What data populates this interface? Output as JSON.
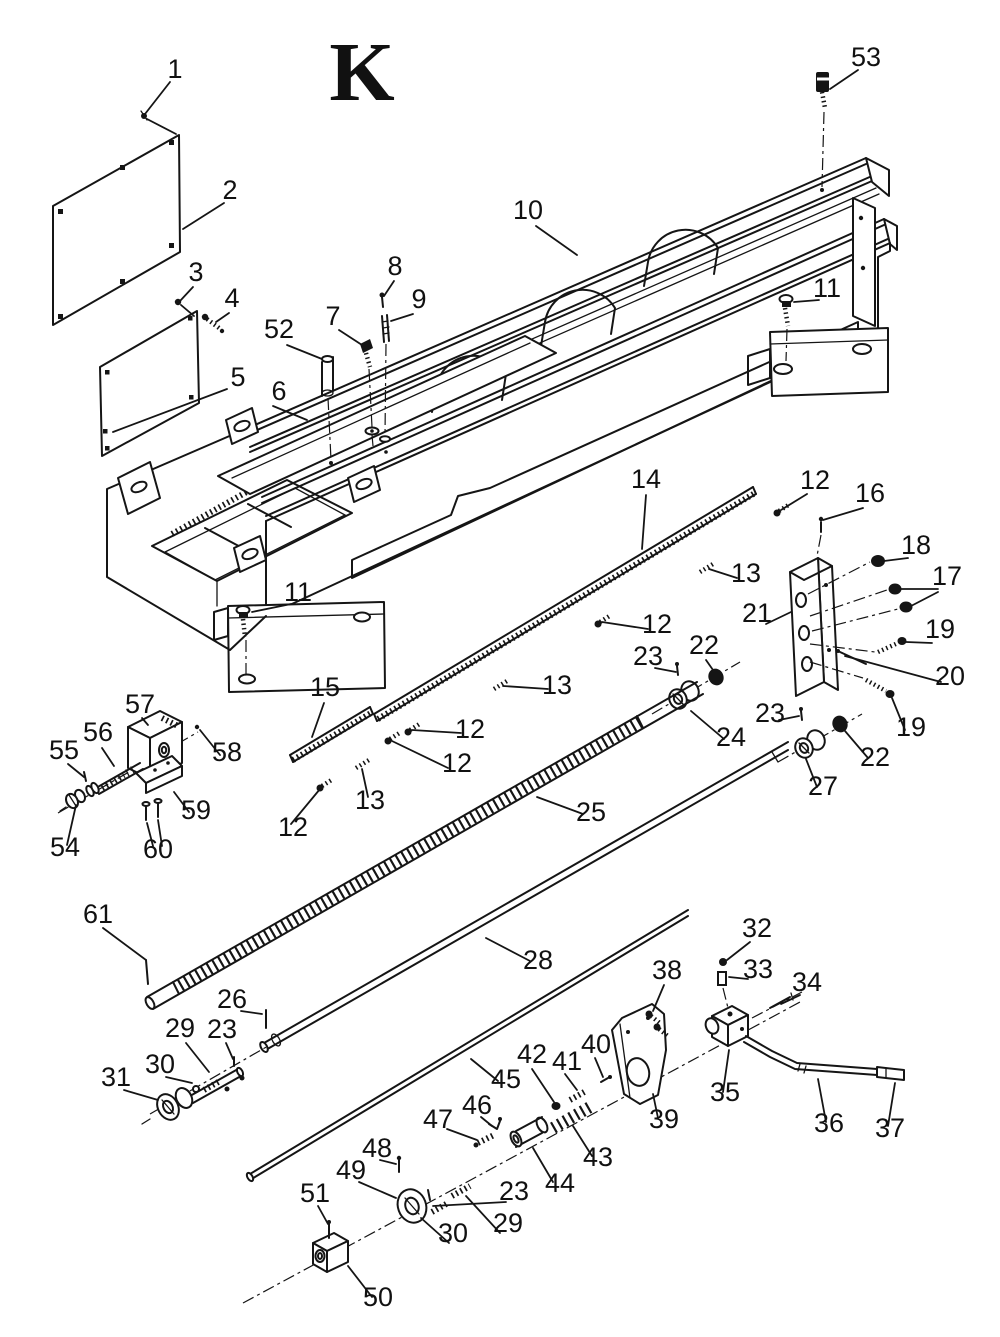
{
  "figure": {
    "title": "K"
  },
  "colors": {
    "line": "#151515",
    "background": "#ffffff"
  },
  "labels": [
    {
      "text": "1"
    },
    {
      "text": "2"
    },
    {
      "text": "3"
    },
    {
      "text": "4"
    },
    {
      "text": "5"
    },
    {
      "text": "6"
    },
    {
      "text": "52"
    },
    {
      "text": "7"
    },
    {
      "text": "8"
    },
    {
      "text": "9"
    },
    {
      "text": "10"
    },
    {
      "text": "53"
    },
    {
      "text": "11"
    },
    {
      "text": "11"
    },
    {
      "text": "14"
    },
    {
      "text": "12"
    },
    {
      "text": "16"
    },
    {
      "text": "18"
    },
    {
      "text": "17"
    },
    {
      "text": "21"
    },
    {
      "text": "19"
    },
    {
      "text": "20"
    },
    {
      "text": "19"
    },
    {
      "text": "13"
    },
    {
      "text": "12"
    },
    {
      "text": "23"
    },
    {
      "text": "22"
    },
    {
      "text": "24"
    },
    {
      "text": "23"
    },
    {
      "text": "22"
    },
    {
      "text": "27"
    },
    {
      "text": "15"
    },
    {
      "text": "13"
    },
    {
      "text": "12"
    },
    {
      "text": "12"
    },
    {
      "text": "13"
    },
    {
      "text": "12"
    },
    {
      "text": "25"
    },
    {
      "text": "55"
    },
    {
      "text": "56"
    },
    {
      "text": "57"
    },
    {
      "text": "58"
    },
    {
      "text": "59"
    },
    {
      "text": "54"
    },
    {
      "text": "60"
    },
    {
      "text": "61"
    },
    {
      "text": "28"
    },
    {
      "text": "26"
    },
    {
      "text": "29"
    },
    {
      "text": "23"
    },
    {
      "text": "30"
    },
    {
      "text": "31"
    },
    {
      "text": "45"
    },
    {
      "text": "32"
    },
    {
      "text": "33"
    },
    {
      "text": "38"
    },
    {
      "text": "34"
    },
    {
      "text": "40"
    },
    {
      "text": "41"
    },
    {
      "text": "42"
    },
    {
      "text": "35"
    },
    {
      "text": "39"
    },
    {
      "text": "36"
    },
    {
      "text": "37"
    },
    {
      "text": "43"
    },
    {
      "text": "44"
    },
    {
      "text": "46"
    },
    {
      "text": "47"
    },
    {
      "text": "48"
    },
    {
      "text": "49"
    },
    {
      "text": "23"
    },
    {
      "text": "29"
    },
    {
      "text": "30"
    },
    {
      "text": "51"
    },
    {
      "text": "50"
    }
  ]
}
